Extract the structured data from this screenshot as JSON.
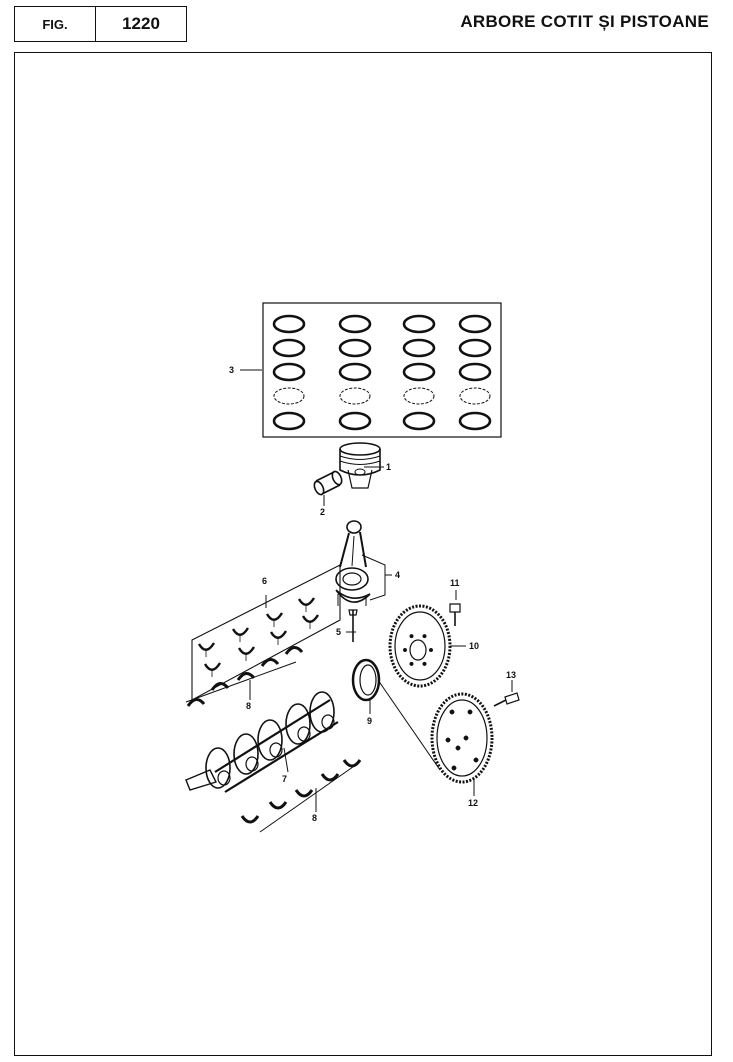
{
  "header": {
    "fig_label": "FIG.",
    "fig_number": "1220",
    "title": "ARBORE COTIT ȘI PISTOANE"
  },
  "callouts": [
    {
      "id": "piston",
      "text": "1"
    },
    {
      "id": "piston-pin",
      "text": "2"
    },
    {
      "id": "ring-set",
      "text": "3"
    },
    {
      "id": "connecting-rod",
      "text": "4"
    },
    {
      "id": "rod-bolt",
      "text": "5"
    },
    {
      "id": "rod-bearing-set",
      "text": "6"
    },
    {
      "id": "crankshaft",
      "text": "7"
    },
    {
      "id": "main-bearing-upper",
      "text": "8"
    },
    {
      "id": "main-bearing-lower",
      "text": "8"
    },
    {
      "id": "rear-seal",
      "text": "9"
    },
    {
      "id": "flywheel",
      "text": "10"
    },
    {
      "id": "flywheel-bolt",
      "text": "11"
    },
    {
      "id": "flexplate",
      "text": "12"
    },
    {
      "id": "flexplate-bolt",
      "text": "13"
    }
  ]
}
